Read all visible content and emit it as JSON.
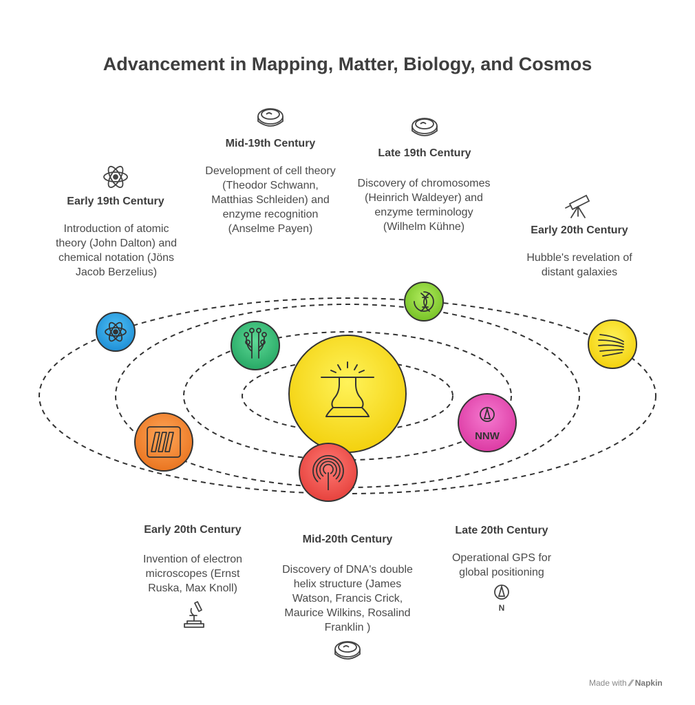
{
  "title": "Advancement in Mapping, Matter, Biology, and Cosmos",
  "events": [
    {
      "era": "Early 19th Century",
      "description": "Introduction of atomic theory (John Dalton) and chemical notation (Jöns Jacob Berzelius)",
      "icon": "atom-icon"
    },
    {
      "era": "Mid-19th Century",
      "description": "Development of cell theory (Theodor Schwann, Matthias Schleiden) and enzyme recognition (Anselme Payen)",
      "icon": "petri-dish-icon"
    },
    {
      "era": "Late 19th Century",
      "description": "Discovery of chromosomes (Heinrich Waldeyer) and enzyme terminology (Wilhelm Kühne)",
      "icon": "petri-dish-icon"
    },
    {
      "era": "Early 20th Century",
      "description": "Hubble's revelation of distant galaxies",
      "icon": "telescope-icon"
    },
    {
      "era": "Early 20th Century",
      "description": "Invention of electron microscopes (Ernst Ruska, Max Knoll)",
      "icon": "microscope-icon"
    },
    {
      "era": "Mid-20th Century",
      "description": "Discovery of DNA's double helix structure (James Watson, Francis Crick, Maurice Wilkins, Rosalind Franklin )",
      "icon": "petri-dish-icon"
    },
    {
      "era": "Late 20th Century",
      "description": "Operational GPS for global positioning",
      "icon": "compass-icon"
    }
  ],
  "planets": {
    "center": {
      "icon": "fountain-icon",
      "color": "#f7e52a"
    },
    "atom": {
      "icon": "atom-icon",
      "color": "#2ea3e0"
    },
    "cells": {
      "icon": "neurons-icon",
      "color": "#3cc07a"
    },
    "dna": {
      "icon": "dna-icon",
      "color": "#8fd63a"
    },
    "galaxy": {
      "icon": "wind-icon",
      "color": "#f5dc1e"
    },
    "compass": {
      "icon": "compass-icon",
      "label": "NNW",
      "color": "#e94bb5"
    },
    "microscope": {
      "icon": "slides-icon",
      "color": "#f28a35"
    },
    "radar": {
      "icon": "target-icon",
      "color": "#ef5350"
    }
  },
  "compass_letter": "N",
  "credit": {
    "prefix": "Made with",
    "brand": "Napkin"
  }
}
